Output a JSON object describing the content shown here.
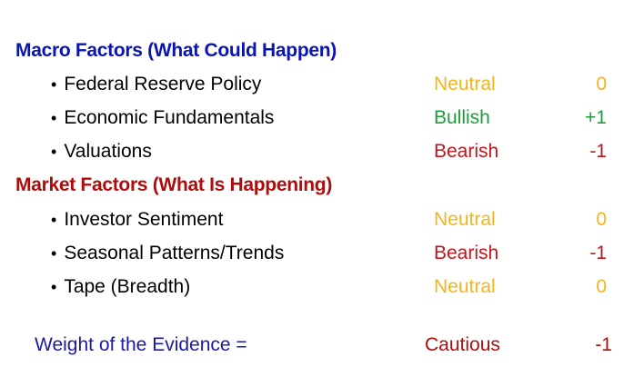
{
  "colors": {
    "macro_heading": "#0a14b0",
    "market_heading": "#b00c0c",
    "text": "#000000",
    "neutral": "#f5b41a",
    "bullish": "#1e9e3a",
    "bearish": "#c0161b",
    "summary": "#1a1aa8"
  },
  "macro": {
    "heading": "Macro Factors (What Could Happen)",
    "rows": [
      {
        "label": "Federal Reserve Policy",
        "rating": "Neutral",
        "score": "0"
      },
      {
        "label": "Economic Fundamentals",
        "rating": "Bullish",
        "score": "+1"
      },
      {
        "label": "Valuations",
        "rating": "Bearish",
        "score": "-1"
      }
    ]
  },
  "market": {
    "heading": "Market Factors (What Is Happening)",
    "rows": [
      {
        "label": "Investor Sentiment",
        "rating": "Neutral",
        "score": "0"
      },
      {
        "label": "Seasonal Patterns/Trends",
        "rating": "Bearish",
        "score": "-1"
      },
      {
        "label": "Tape (Breadth)",
        "rating": "Neutral",
        "score": "0"
      }
    ]
  },
  "summary": {
    "label": "Weight of the Evidence =",
    "rating": "Cautious",
    "score": "-1"
  }
}
